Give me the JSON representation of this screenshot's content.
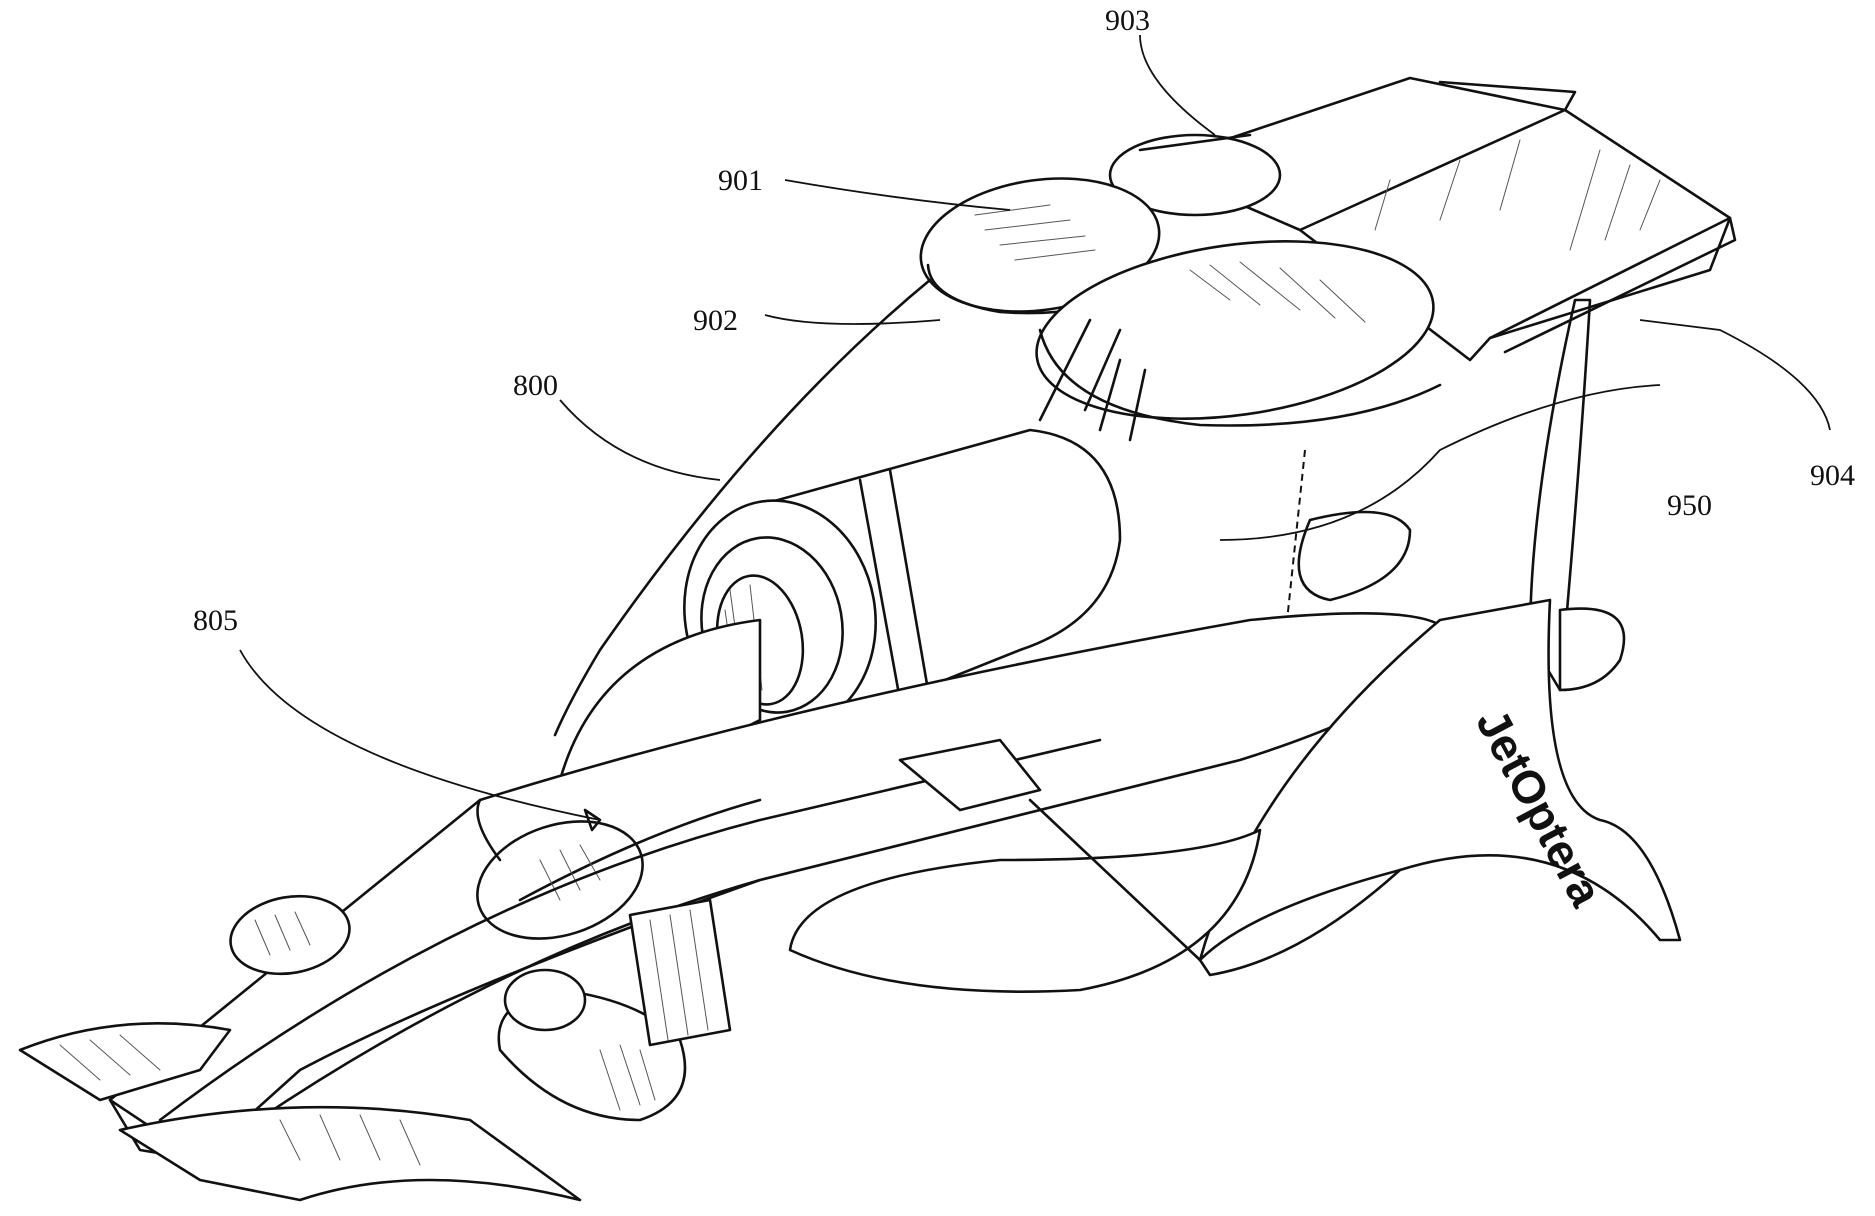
{
  "figure": {
    "brand_text": "JetOptera",
    "reference_labels": [
      {
        "id": "label-903",
        "text": "903"
      },
      {
        "id": "label-901",
        "text": "901"
      },
      {
        "id": "label-902",
        "text": "902"
      },
      {
        "id": "label-800",
        "text": "800"
      },
      {
        "id": "label-950",
        "text": "950"
      },
      {
        "id": "label-904",
        "text": "904"
      },
      {
        "id": "label-805",
        "text": "805"
      }
    ]
  }
}
